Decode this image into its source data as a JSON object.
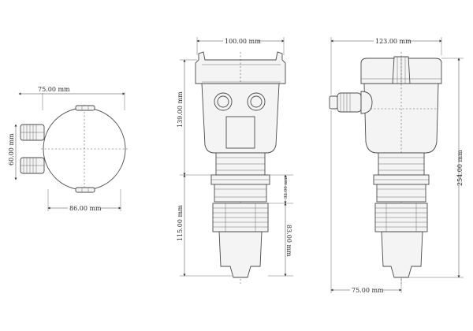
{
  "drawing": {
    "views": [
      "top-view",
      "front-view",
      "side-view"
    ]
  },
  "dimensions": {
    "top_width": "75.00 mm",
    "top_height": "60.00 mm",
    "top_bottom_width": "86.00 mm",
    "front_width": "100.00 mm",
    "front_upper_height": "139.00 mm",
    "front_lower_height": "115.00 mm",
    "front_thread_height": "32.00 mm",
    "front_probe_length": "83.00 mm",
    "side_width": "123.00 mm",
    "side_total_height": "254.00 mm",
    "side_bottom_width": "75.00 mm"
  },
  "colors": {
    "line": "#4a4a4a",
    "background": "#ffffff"
  }
}
